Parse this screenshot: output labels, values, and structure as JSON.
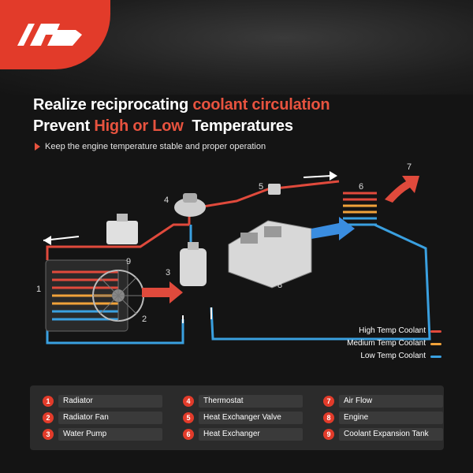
{
  "headline": {
    "line1_prefix": "Realize reciprocating ",
    "line1_accent": "coolant circulation",
    "line2_prefix": "Prevent ",
    "line2_accent": "High or Low",
    "line2_suffix": "  Temperatures"
  },
  "subline": "Keep the engine temperature stable and proper operation",
  "colors": {
    "brand": "#e23b2a",
    "high": "#e04a3c",
    "medium": "#f0a23a",
    "low": "#3aa0e0"
  },
  "diagram_labels": [
    "1",
    "2",
    "3",
    "4",
    "5",
    "6",
    "7",
    "8",
    "9"
  ],
  "legend": [
    {
      "label": "High Temp Coolant",
      "color": "#e04a3c"
    },
    {
      "label": "Medium Temp Coolant",
      "color": "#f0a23a"
    },
    {
      "label": "Low Temp Coolant",
      "color": "#3aa0e0"
    }
  ],
  "parts": [
    {
      "num": "1",
      "label": "Radiator"
    },
    {
      "num": "2",
      "label": "Radiator Fan"
    },
    {
      "num": "3",
      "label": "Water Pump"
    },
    {
      "num": "4",
      "label": "Thermostat"
    },
    {
      "num": "5",
      "label": "Heat Exchanger Valve"
    },
    {
      "num": "6",
      "label": "Heat Exchanger"
    },
    {
      "num": "7",
      "label": "Air Flow"
    },
    {
      "num": "8",
      "label": "Engine"
    },
    {
      "num": "9",
      "label": "Coolant Expansion Tank"
    }
  ]
}
